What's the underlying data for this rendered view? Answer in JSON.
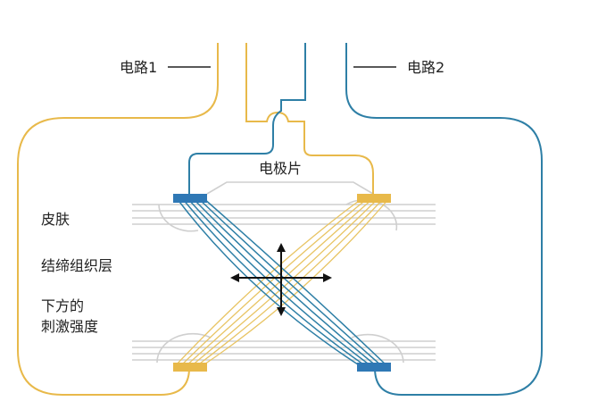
{
  "labels": {
    "circuit1": "电路1",
    "circuit2": "电路2",
    "electrode": "电极片",
    "skin": "皮肤",
    "connective_tissue": "结缔组织层",
    "stimulation_line1": "下方的",
    "stimulation_line2": "刺激强度"
  },
  "colors": {
    "circuit1": "#e8b94a",
    "circuit2": "#2e7fa6",
    "electrode1": "#e8b94a",
    "electrode2": "#2f78b5",
    "tissue_lines": "#cfcfcf",
    "arrows": "#111111",
    "text": "#222222"
  },
  "icons": {
    "cross_arrows": "four-way-arrow-icon"
  }
}
